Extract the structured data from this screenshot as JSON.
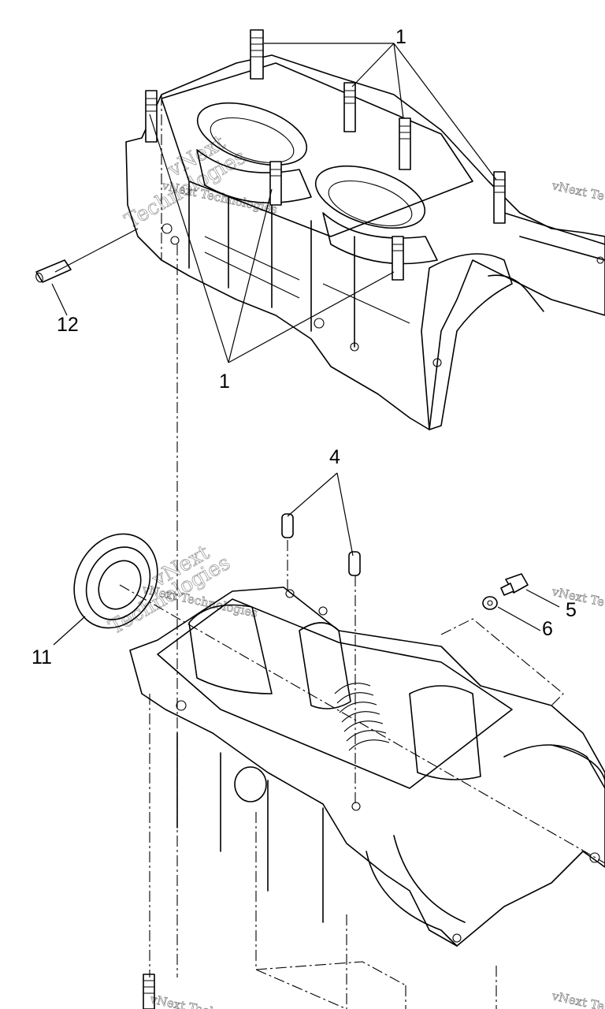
{
  "callouts": [
    {
      "id": "1",
      "label": "1"
    },
    {
      "id": "1b",
      "label": "1"
    },
    {
      "id": "4",
      "label": "4"
    },
    {
      "id": "5",
      "label": "5"
    },
    {
      "id": "6",
      "label": "6"
    },
    {
      "id": "11",
      "label": "11"
    },
    {
      "id": "12",
      "label": "12"
    }
  ],
  "watermark": {
    "line1": "vNext Technologies",
    "line2a": "vNext",
    "line2b": "Technologies",
    "edge": "vNext Te",
    "bottom": "vNext Technologies"
  },
  "colors": {
    "ink": "#000000",
    "paper": "#ffffff"
  }
}
